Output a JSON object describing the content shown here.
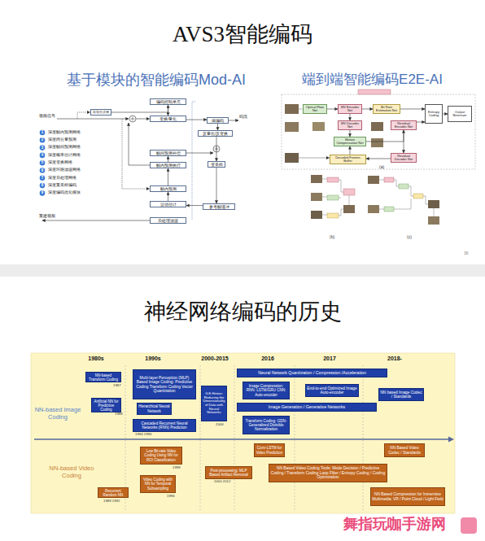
{
  "diagram": {
    "title": "AVS3智能编码",
    "nodes": [
      {
        "text": [
          "块划分决策"
        ]
      },
      {
        "text": [
          "编码控制单元"
        ]
      },
      {
        "text": [
          "变换/量化"
        ]
      },
      {
        "text": [
          "熵编码"
        ]
      },
      {
        "text": [
          "反量化/反变换"
        ]
      },
      {
        "text": [
          "帧间预测补偿"
        ]
      },
      {
        "text": [
          "帧内预测执行"
        ]
      },
      {
        "text": [
          "帧内预测"
        ]
      },
      {
        "text": [
          "运动估计"
        ]
      },
      {
        "text": [
          "后处理滤波"
        ]
      },
      {
        "text": [
          "变采样"
        ]
      },
      {
        "text": [
          "参考帧缓冲"
        ]
      },
      {
        "text": [
          "Optical Flow Net"
        ]
      },
      {
        "text": [
          "MV Encoder Net"
        ]
      },
      {
        "text": [
          "MV Decoder Net"
        ]
      },
      {
        "text": [
          "Bit Rate Estimation Net"
        ]
      },
      {
        "text": [
          "Motion Compensation Net"
        ]
      },
      {
        "text": [
          "Residual Encoder Net"
        ]
      },
      {
        "text": [
          "Residual Decoder Net"
        ]
      },
      {
        "text": [
          "Decoded Frames Buffer"
        ]
      },
      {
        "text": [
          "Entropy Coding"
        ]
      },
      {
        "text": [
          "Output Bitstream"
        ]
      },
      {
        "text": [
          "NN-based Transform Coding"
        ]
      },
      {
        "text": [
          "Artificial NN for Predictive Coding"
        ]
      },
      {
        "text": [
          "Multi-layer Perception (MLP) Based Image Coding: Predictive Coding Transform Coding Vector Quantization"
        ]
      },
      {
        "text": [
          "Hierarchical Neural Network"
        ]
      },
      {
        "text": [
          "Cascaded Recurrent Neural Networks (RNN) Prediction"
        ]
      },
      {
        "text": [
          "G.E.Hinton: Reducing the Dimensionality of Data with Neural Networks"
        ]
      },
      {
        "text": [
          "Neural Network Quantization / Compression /Acceleration"
        ]
      },
      {
        "text": [
          "Image Compression: RNN: LSTM/GRU CNN: Auto-encoder"
        ]
      },
      {
        "text": [
          "Transform Coding: GDN-Generalized Divisible Normalization"
        ]
      },
      {
        "text": [
          "Image Generation / Generative Networks"
        ]
      },
      {
        "text": [
          "End-to-end Optimized Image Auto-encoder"
        ]
      },
      {
        "text": [
          "NN based Image Codec / Standards"
        ]
      },
      {
        "text": [
          "Recurrent Random NN"
        ]
      },
      {
        "text": [
          "Low Bit-rate Video Coding Using NN for ROI Classification"
        ]
      },
      {
        "text": [
          "Video Coding with NN for Temporal Subsampling"
        ]
      },
      {
        "text": [
          "Post-processing: MLP Based Artifact Removal"
        ]
      },
      {
        "text": [
          "Conv-LSTM for Video Prediction"
        ]
      },
      {
        "text": [
          "NN Based Video Coding Tools: Mode Decision / Predictive Coding / Transform Coding Loop Filter / Entropy Coding / Coding Optimization"
        ]
      },
      {
        "text": [
          "NN Based Video Codec / Standards"
        ]
      },
      {
        "text": [
          "NN Based Compression for Immersive Multimedia: VR / Point Cloud / Light Field"
        ]
      }
    ],
    "edges": [
      {
        "from": 0,
        "to": 1,
        "arrow": "to"
      },
      {
        "from": 1,
        "to": 2,
        "arrow": "to"
      },
      {
        "from": 2,
        "to": 3,
        "arrow": "to"
      },
      {
        "from": 3,
        "to": 4,
        "arrow": "to"
      },
      {
        "from": 4,
        "to": 10,
        "arrow": "to"
      },
      {
        "from": 10,
        "to": 11,
        "arrow": "to"
      },
      {
        "from": 11,
        "to": 8,
        "arrow": "to"
      },
      {
        "from": 8,
        "to": 7,
        "arrow": "to"
      },
      {
        "from": 7,
        "to": 6,
        "arrow": "to"
      },
      {
        "from": 6,
        "to": 5,
        "arrow": "to"
      },
      {
        "from": 12,
        "to": 13,
        "arrow": "to"
      },
      {
        "from": 13,
        "to": 15,
        "arrow": "to"
      },
      {
        "from": 13,
        "to": 14,
        "arrow": "to"
      },
      {
        "from": 14,
        "to": 16,
        "arrow": "to"
      },
      {
        "from": 16,
        "to": 17,
        "arrow": "to"
      },
      {
        "from": 17,
        "to": 18,
        "arrow": "to"
      },
      {
        "from": 18,
        "to": 19,
        "arrow": "to"
      },
      {
        "from": 19,
        "to": 16,
        "arrow": "to"
      },
      {
        "from": 15,
        "to": 20,
        "arrow": "to"
      },
      {
        "from": 17,
        "to": 20,
        "arrow": "to"
      },
      {
        "from": 20,
        "to": 21,
        "arrow": "to"
      }
    ],
    "labels": [
      "基于模块的智能编码Mod-AI",
      "端到端智能编码E2E-AI",
      "视频信号",
      "码流",
      "1",
      "深度帧内预测网络",
      "2",
      "深度跨分量预测",
      "3",
      "深度帧间预测网络",
      "4",
      "深度概率估计网络",
      "5",
      "深度变换网络",
      "6",
      "深度环路滤波网络",
      "7",
      "深度后处理网络",
      "8",
      "深度重采样编码",
      "9",
      "深度编码优化模块",
      "重建视频",
      "(a)",
      "(b)",
      "(c)",
      "36",
      "神经网络编码的历史",
      "1980s",
      "1990s",
      "2000-2015",
      "2016",
      "2017",
      "2018-",
      "NN-based Image Coding",
      "1987",
      "1988",
      "1994 1996",
      "2006",
      "NN-based Video Coding",
      "1998",
      "1996",
      "2000 2012",
      "1989 1992",
      "舞指玩咖手游网"
    ]
  }
}
